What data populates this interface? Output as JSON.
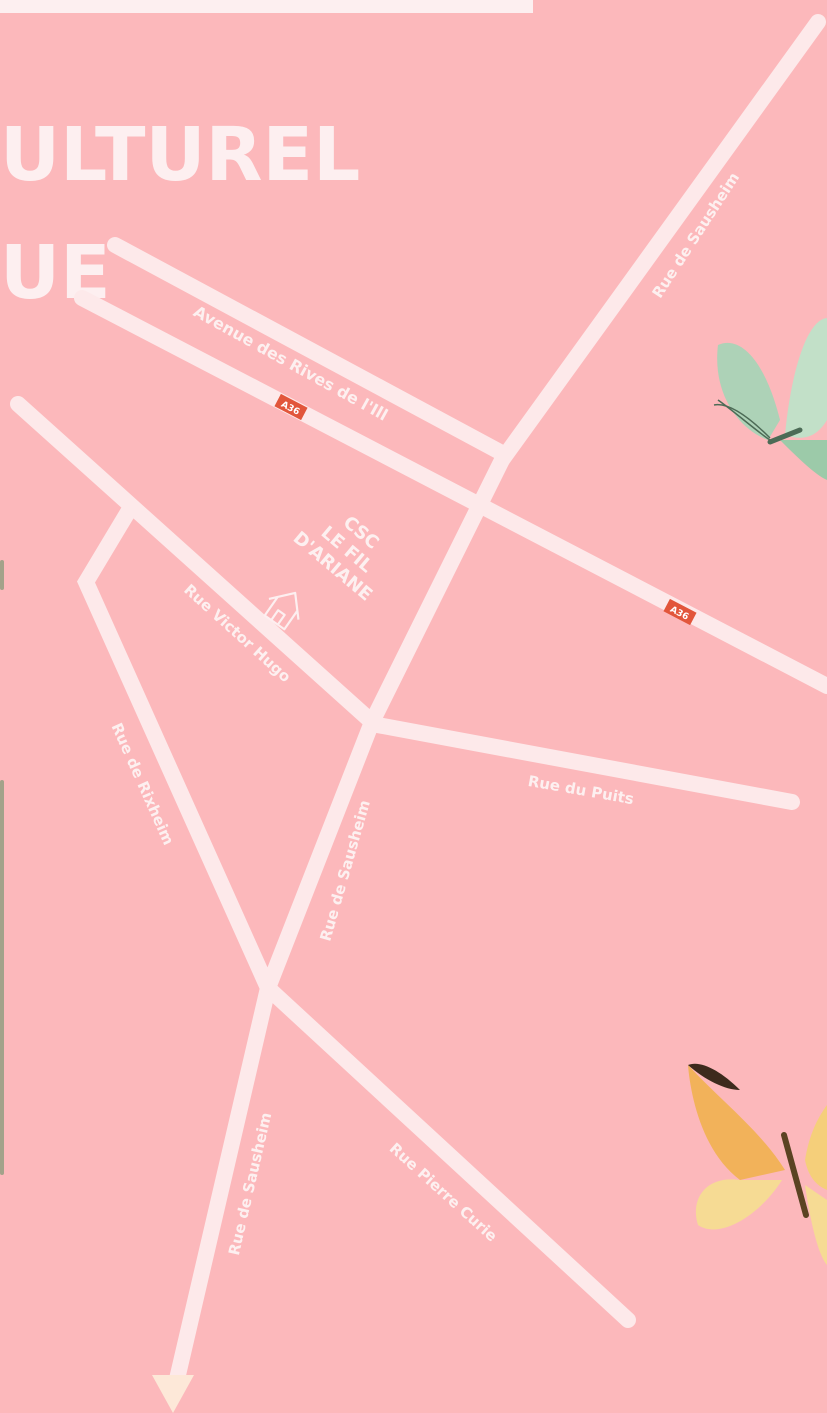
{
  "title": {
    "line1": "ULTUREL",
    "line2": "UE"
  },
  "place": {
    "line1": "CSC",
    "line2": "LE FIL",
    "line3": "D'ARIANE"
  },
  "highway": "A36",
  "streets": {
    "sausheim_top": "Rue de Sausheim",
    "avenue_rives": "Avenue des Rives de l'Ill",
    "victor_hugo": "Rue Victor Hugo",
    "rixheim": "Rue de Rixheim",
    "puits": "Rue du Puits",
    "sausheim_mid": "Rue de Sausheim",
    "sausheim_bottom": "Rue de Sausheim",
    "pierre_curie": "Rue Pierre Curie"
  },
  "colors": {
    "background": "#fcb8bb",
    "road": "#fde9ea",
    "highway_badge": "#e2563b",
    "arrow": "#fde8d8"
  },
  "icons": [
    "house-icon",
    "green-butterfly",
    "yellow-butterfly",
    "direction-arrow"
  ]
}
